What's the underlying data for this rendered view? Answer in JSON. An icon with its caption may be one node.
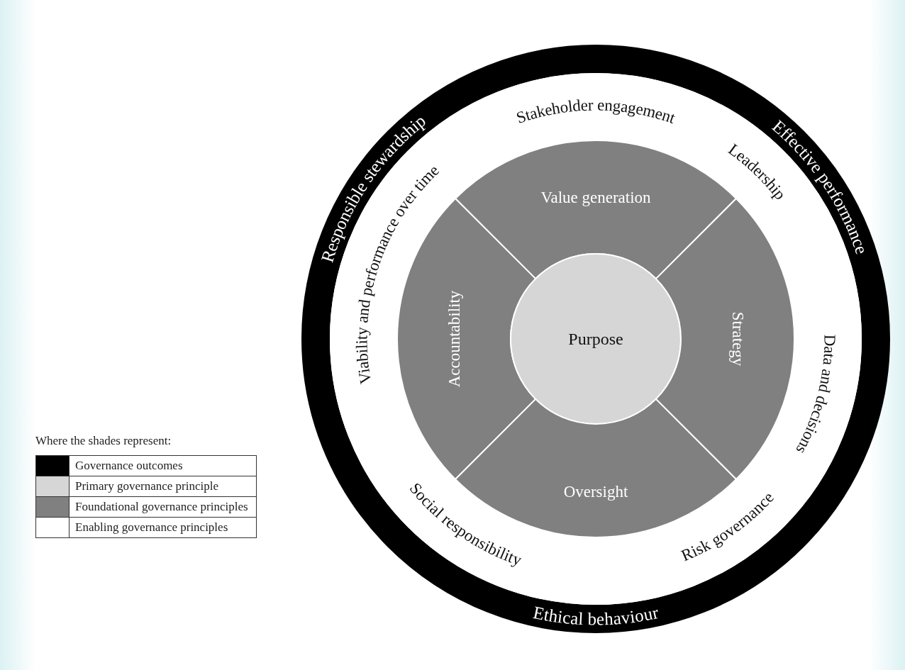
{
  "diagram": {
    "nodes": [
      {
        "text": [
          "Responsible stewardship",
          "Effective performance",
          "Ethical behaviour"
        ]
      },
      {
        "text": [
          "Stakeholder engagement",
          "Viability and performance over time",
          "Leadership",
          "Data and decisions",
          "Social responsibility",
          "Risk governance"
        ],
        "in": 0
      },
      {
        "text": [
          "Value generation"
        ],
        "in": 1
      },
      {
        "text": [
          "Accountability"
        ],
        "in": 1
      },
      {
        "text": [
          "Purpose"
        ],
        "in": 1
      },
      {
        "text": [
          "Strategy"
        ],
        "in": 1
      },
      {
        "text": [
          "Oversight"
        ],
        "in": 1
      }
    ],
    "labels": [
      "Where the shades represent:"
    ],
    "legend": [
      {
        "text": "Governance outcomes",
        "color": "#000000"
      },
      {
        "text": "Primary governance principle",
        "color": "#d6d6d6"
      },
      {
        "text": "Foundational governance principles",
        "color": "#808080"
      },
      {
        "text": "Enabling governance principles",
        "color": "#ffffff"
      }
    ]
  }
}
